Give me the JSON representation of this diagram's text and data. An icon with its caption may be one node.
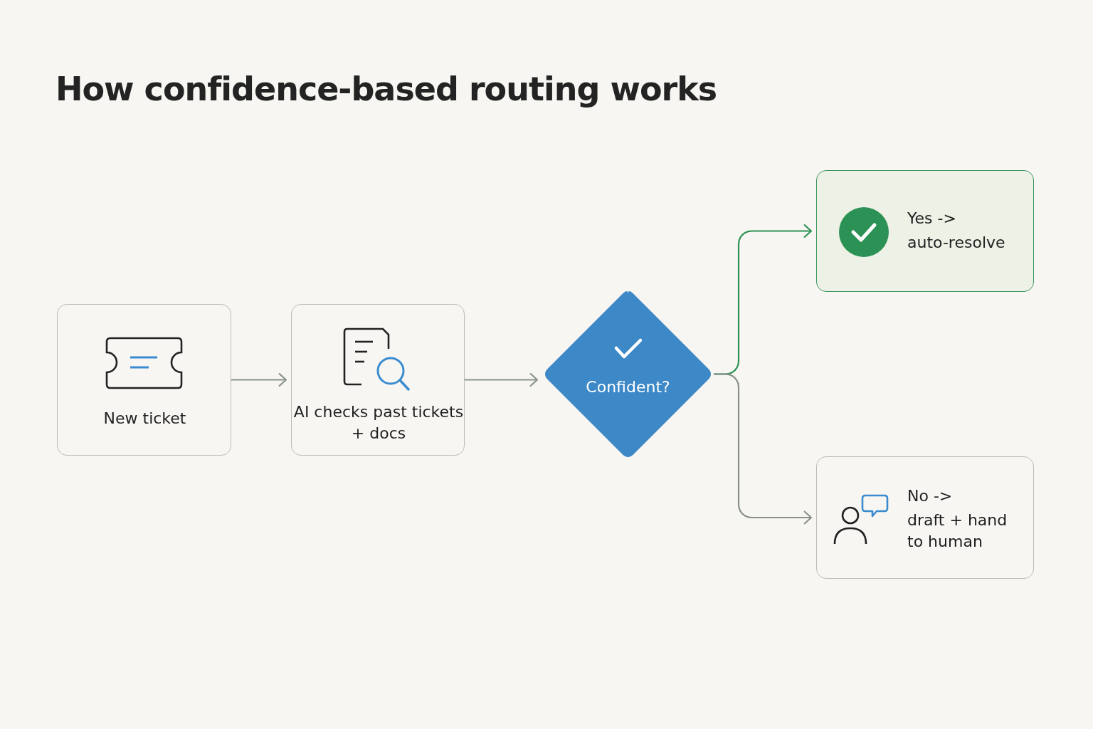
{
  "diagram": {
    "title": "How confidence-based routing works",
    "nodes": [
      {
        "text": [
          "New ticket"
        ]
      },
      {
        "text": [
          "AI checks past tickets + docs"
        ]
      },
      {
        "text": [
          "Confident?"
        ]
      },
      {
        "text": [
          "Yes ->",
          "auto-resolve"
        ]
      },
      {
        "text": [
          "No ->",
          "draft + hand to human"
        ]
      }
    ],
    "edges": [
      {
        "from": 0,
        "to": 1,
        "arrow": "to"
      },
      {
        "from": 1,
        "to": 2,
        "arrow": "to"
      },
      {
        "from": 2,
        "to": 3,
        "arrow": "to",
        "color": "#2e9255"
      },
      {
        "from": 2,
        "to": 4,
        "arrow": "to"
      }
    ]
  }
}
